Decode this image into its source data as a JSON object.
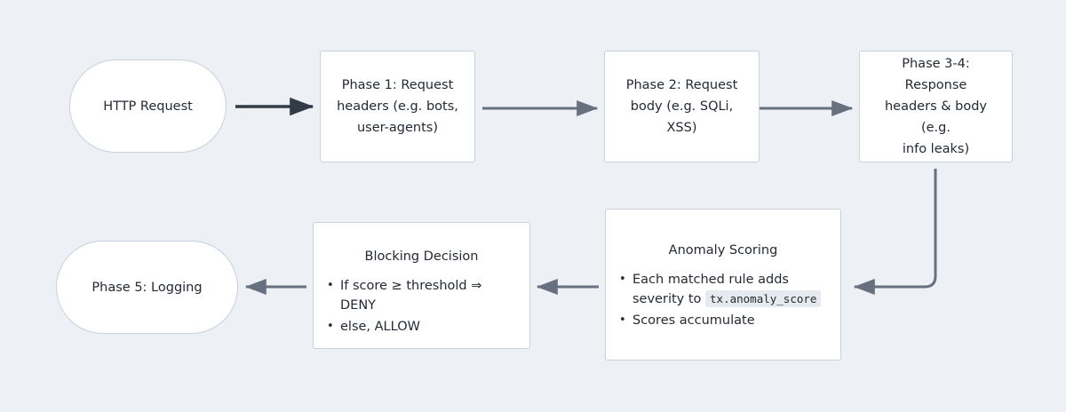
{
  "diagram": {
    "type": "flowchart",
    "background_color": "#edf0f5",
    "node_fill": "#ffffff",
    "node_border_color": "#c8d1dc",
    "text_color": "#242a33",
    "edge_color_primary": "#333b47",
    "edge_color_secondary": "#66707e",
    "nodes": {
      "http_request": {
        "shape": "stadium",
        "label": "HTTP Request"
      },
      "phase1": {
        "shape": "rect",
        "label": "Phase 1: Request\nheaders (e.g. bots,\nuser-agents)"
      },
      "phase2": {
        "shape": "rect",
        "label": "Phase 2: Request\nbody (e.g. SQLi, XSS)"
      },
      "phase34": {
        "shape": "rect",
        "label": "Phase 3-4: Response\nheaders & body (e.g.\ninfo leaks)"
      },
      "anomaly_scoring": {
        "shape": "rect",
        "title": "Anomaly Scoring",
        "bullets": [
          {
            "text_before": "Each matched rule adds severity to ",
            "code": "tx.anomaly_score",
            "text_after": ""
          },
          {
            "text_before": "Scores accumulate",
            "code": "",
            "text_after": ""
          }
        ]
      },
      "blocking_decision": {
        "shape": "rect",
        "title": "Blocking Decision",
        "bullets": [
          {
            "text_before": "If score ≥ threshold ⇒ DENY",
            "code": "",
            "text_after": ""
          },
          {
            "text_before": "else, ALLOW",
            "code": "",
            "text_after": ""
          }
        ]
      },
      "phase5": {
        "shape": "stadium",
        "label": "Phase 5: Logging"
      }
    },
    "edges": [
      {
        "from": "http_request",
        "to": "phase1",
        "style": "straight-right",
        "color": "#333b47"
      },
      {
        "from": "phase1",
        "to": "phase2",
        "style": "straight-right",
        "color": "#66707e"
      },
      {
        "from": "phase2",
        "to": "phase34",
        "style": "straight-right",
        "color": "#66707e"
      },
      {
        "from": "phase34",
        "to": "anomaly_scoring",
        "style": "elbow-down-left",
        "color": "#66707e"
      },
      {
        "from": "anomaly_scoring",
        "to": "blocking_decision",
        "style": "straight-left",
        "color": "#66707e"
      },
      {
        "from": "blocking_decision",
        "to": "phase5",
        "style": "straight-left",
        "color": "#66707e"
      }
    ]
  }
}
